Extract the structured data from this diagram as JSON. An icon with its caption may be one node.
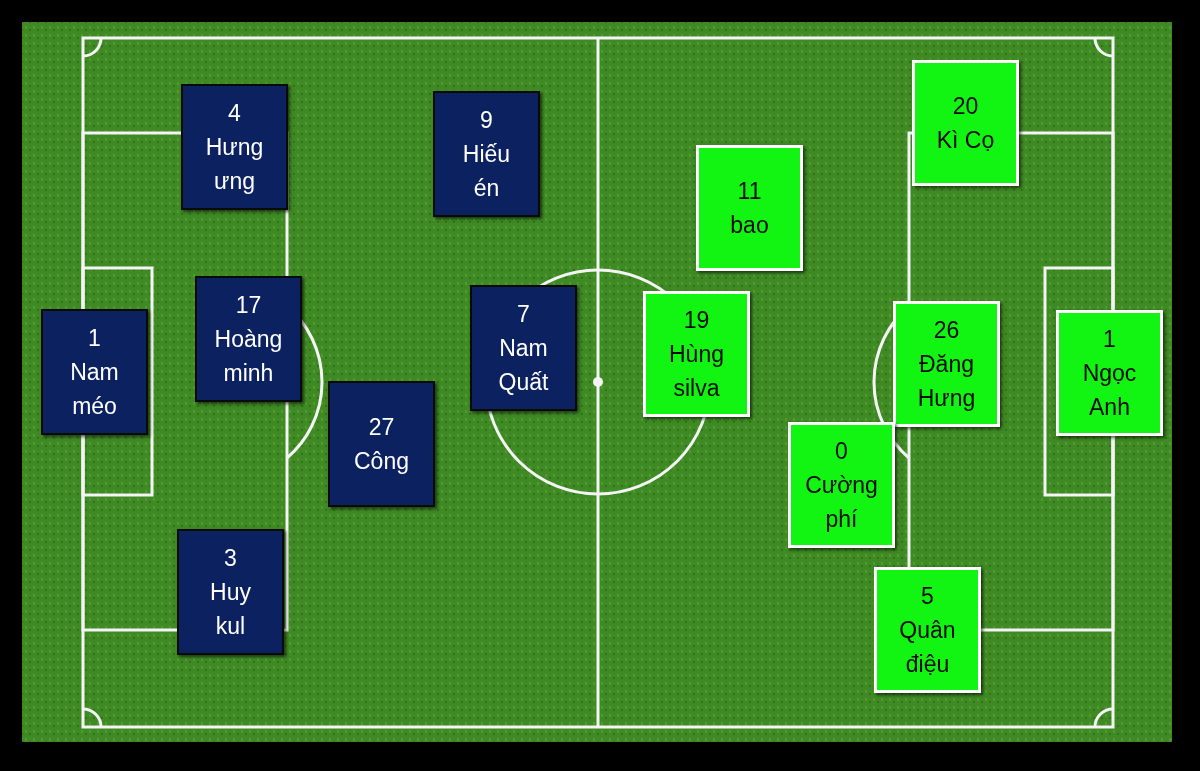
{
  "diagram": {
    "nodes": [
      {
        "text": [
          "4",
          "Hưng ưng"
        ]
      },
      {
        "text": [
          "9",
          "Hiếu én"
        ]
      },
      {
        "text": [
          "17",
          "Hoàng minh"
        ]
      },
      {
        "text": [
          "1",
          "Nam méo"
        ]
      },
      {
        "text": [
          "7",
          "Nam Quất"
        ]
      },
      {
        "text": [
          "27",
          "Công"
        ]
      },
      {
        "text": [
          "3",
          "Huy kul"
        ]
      },
      {
        "text": [
          "20",
          "Kì Cọ"
        ]
      },
      {
        "text": [
          "11",
          "bao"
        ]
      },
      {
        "text": [
          "19",
          "Hùng silva"
        ]
      },
      {
        "text": [
          "26",
          "Đăng Hưng"
        ]
      },
      {
        "text": [
          "1",
          "Ngọc Anh"
        ]
      },
      {
        "text": [
          "0",
          "Cường phí"
        ]
      },
      {
        "text": [
          "5",
          "Quân điệu"
        ]
      }
    ]
  }
}
